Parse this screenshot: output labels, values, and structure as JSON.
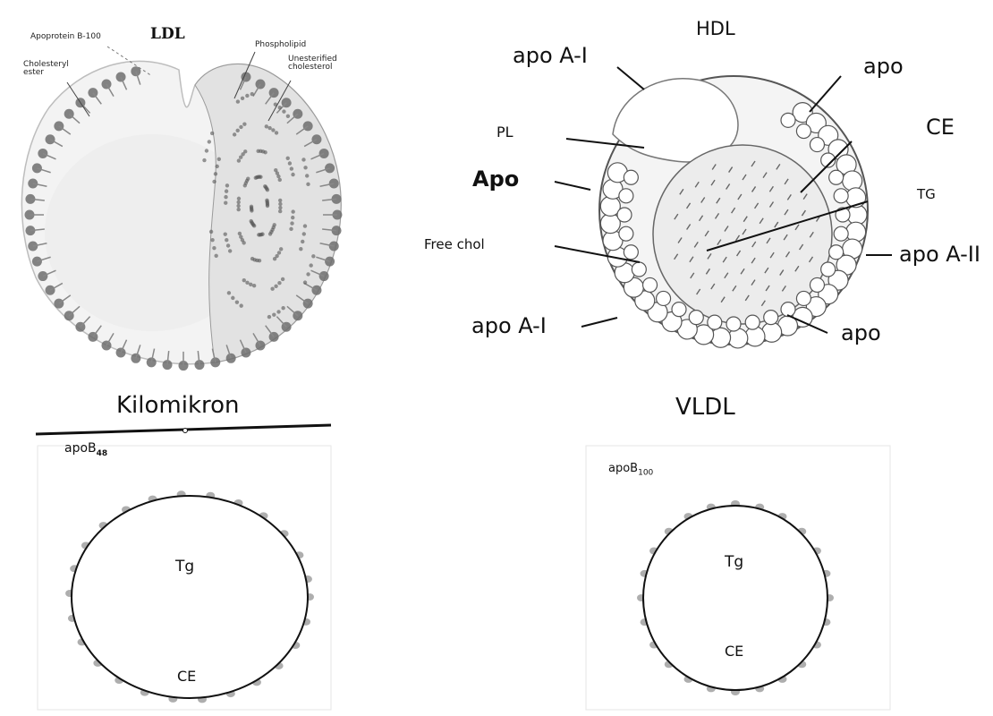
{
  "ldl": {
    "title": "LDL",
    "labels": {
      "apoprotein": "Apoprotein B-100",
      "cholesteryl_ester": "Cholesteryl ester",
      "phospholipid": "Phospholipid",
      "unesterified_cholesterol": "Unesterified cholesterol"
    }
  },
  "hdl": {
    "title": "HDL",
    "labels": {
      "apo_a1_top": "apo A-I",
      "apo_top_right": "apo",
      "ce": "CE",
      "pl": "PL",
      "apo_left": "Apo",
      "tg": "TG",
      "free_chol": "Free chol",
      "apo_a2": "apo A-II",
      "apo_a1_bottom": "apo A-I",
      "apo_bottom_right": "apo"
    }
  },
  "kilomikron": {
    "title": "Kilomikron",
    "apo_main": "apoB",
    "apo_sub": "48",
    "core_label": "Tg",
    "ester_label": "CE"
  },
  "vldl": {
    "title": "VLDL",
    "apo_main": "apoB",
    "apo_sub": "100",
    "core_label": "Tg",
    "ester_label": "CE"
  },
  "colors": {
    "ink": "#111111",
    "surface_protein": "#9a9a9a",
    "sphere_fill": "#ffffff"
  }
}
